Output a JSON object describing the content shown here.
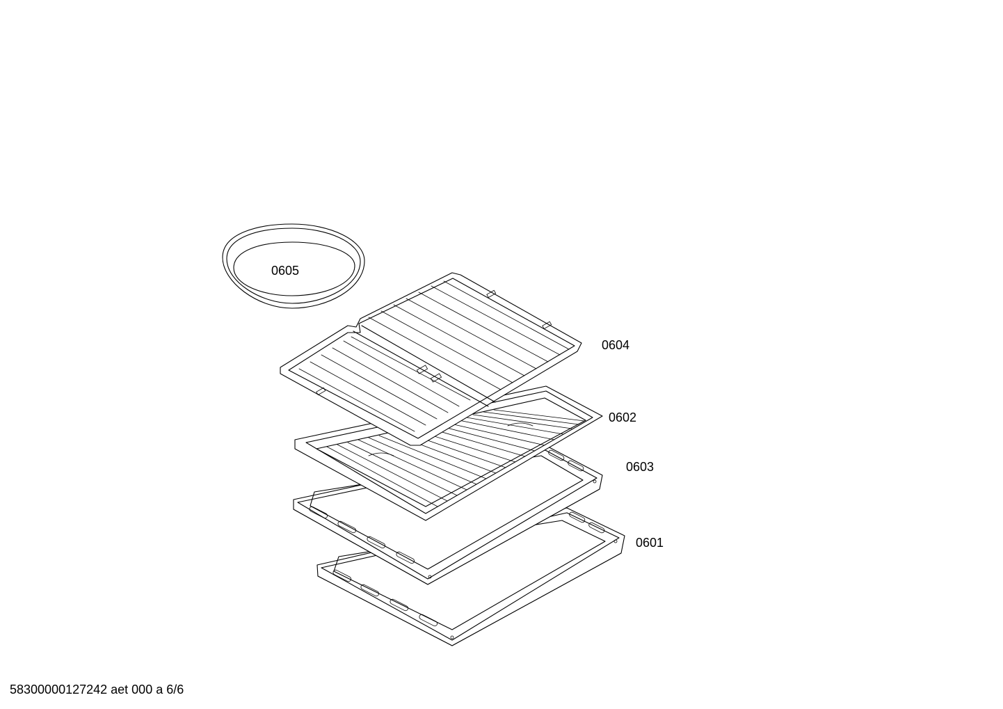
{
  "diagram": {
    "parts": [
      {
        "id": "0605",
        "label": "0605",
        "item": "round-pizza-pan"
      },
      {
        "id": "0604",
        "label": "0604",
        "item": "grill-tray-insert"
      },
      {
        "id": "0602",
        "label": "0602",
        "item": "wire-rack"
      },
      {
        "id": "0603",
        "label": "0603",
        "item": "baking-tray"
      },
      {
        "id": "0601",
        "label": "0601",
        "item": "deep-baking-tray"
      }
    ]
  },
  "footer": {
    "code": "58300000127242 aet 000 a 6/6"
  }
}
